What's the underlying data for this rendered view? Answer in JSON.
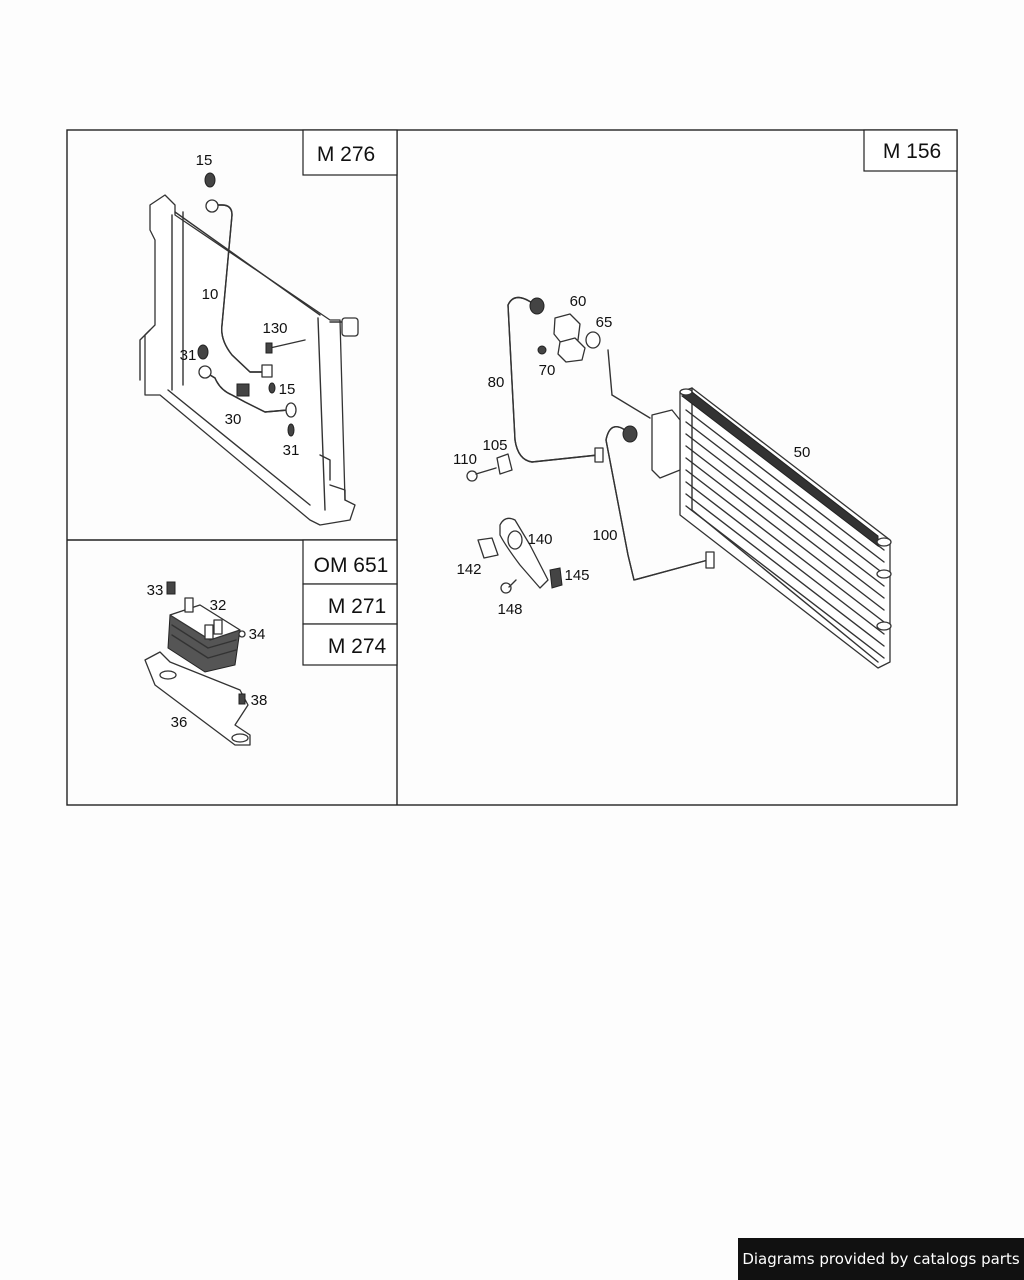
{
  "engine_labels": {
    "m276": "M 276",
    "m156": "M 156",
    "om651": "OM 651",
    "m271": "M 271",
    "m274": "M 274"
  },
  "callouts": {
    "left_top": [
      "15",
      "10",
      "130",
      "31",
      "15",
      "30",
      "31"
    ],
    "left_bottom": [
      "33",
      "32",
      "34",
      "38",
      "36"
    ],
    "right": [
      "60",
      "65",
      "70",
      "80",
      "105",
      "110",
      "50",
      "140",
      "100",
      "142",
      "145",
      "148"
    ]
  },
  "footer": {
    "credit": "Diagrams provided by catalogs parts"
  }
}
